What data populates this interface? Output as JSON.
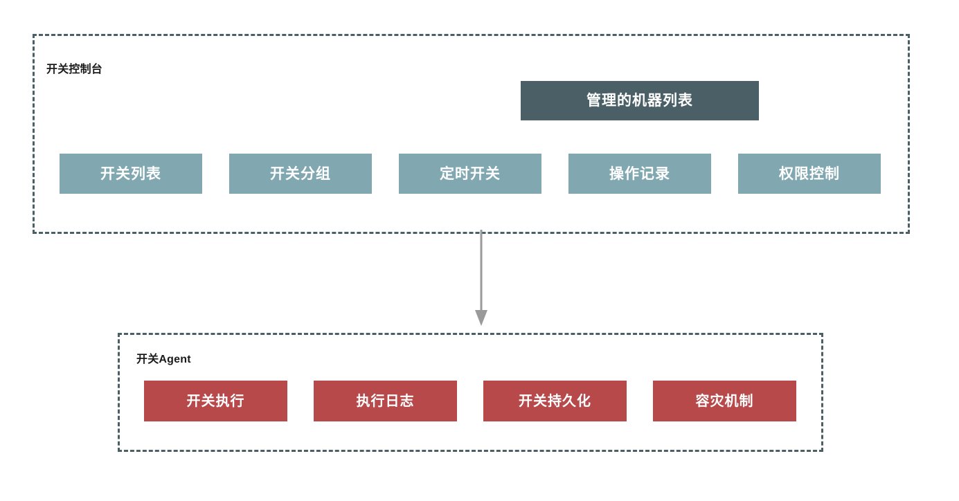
{
  "diagram": {
    "type": "architecture-block-diagram",
    "background": "#ffffff",
    "containers": [
      {
        "id": "console",
        "title": "开关控制台",
        "border_style": "dashed",
        "border_color": "#4a5f66"
      },
      {
        "id": "agent",
        "title": "开关Agent",
        "border_style": "dashed",
        "border_color": "#4a5f66"
      }
    ],
    "console": {
      "title": "开关控制台",
      "header": {
        "label": "管理的机器列表",
        "color": "#4a5f66"
      },
      "modules": [
        {
          "label": "开关列表",
          "color": "#81a8b0"
        },
        {
          "label": "开关分组",
          "color": "#81a8b0"
        },
        {
          "label": "定时开关",
          "color": "#81a8b0"
        },
        {
          "label": "操作记录",
          "color": "#81a8b0"
        },
        {
          "label": "权限控制",
          "color": "#81a8b0"
        }
      ]
    },
    "agent": {
      "title": "开关Agent",
      "modules": [
        {
          "label": "开关执行",
          "color": "#b8494b"
        },
        {
          "label": "执行日志",
          "color": "#b8494b"
        },
        {
          "label": "开关持久化",
          "color": "#b8494b"
        },
        {
          "label": "容灾机制",
          "color": "#b8494b"
        }
      ]
    },
    "connector": {
      "name": "console-to-agent-arrow",
      "from": "console",
      "to": "agent",
      "direction": "down",
      "color": "#9a9a9a"
    }
  }
}
